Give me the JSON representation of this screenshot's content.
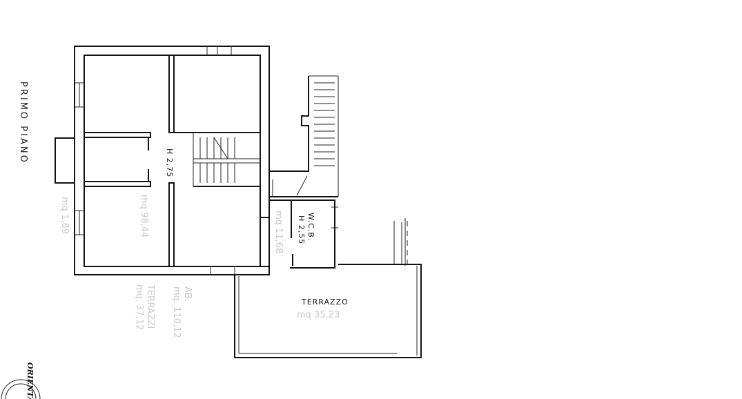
{
  "title": "PRIMO PIANO",
  "rooms": {
    "living_height": "H 2,75",
    "living_area": "mq 98,44",
    "balcony_area": "mq 1,89",
    "hall_area": "mq 11,68",
    "wc_name": "W.C.B.",
    "wc_height": "H 2,55",
    "terrace_name": "TERRAZZO",
    "terrace_area": "mq 35,23"
  },
  "totals": {
    "dwelling": "AB.",
    "dwelling_area": "mq. 110,12",
    "terraces": "TERRAZZI",
    "terraces_area": "mq. 37,12"
  },
  "orientation_label": "ORIENTA"
}
